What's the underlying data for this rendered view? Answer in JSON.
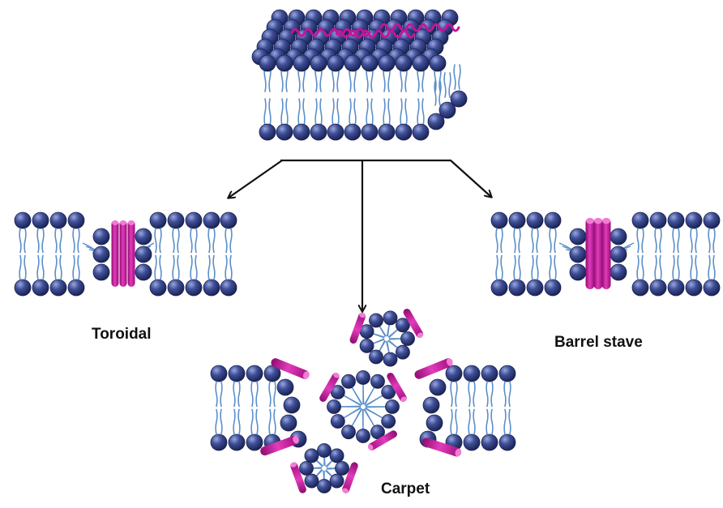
{
  "labels": {
    "toroidal": "Toroidal",
    "barrel_stave": "Barrel stave",
    "carpet": "Carpet"
  },
  "colors": {
    "head": "#3a4a8e",
    "head_light": "#8f9bd4",
    "head_dark": "#1d2758",
    "tail": "#5b8fc9",
    "peptide": "#c4149a",
    "peptide_light": "#f17cd6",
    "arrow": "#111111"
  }
}
